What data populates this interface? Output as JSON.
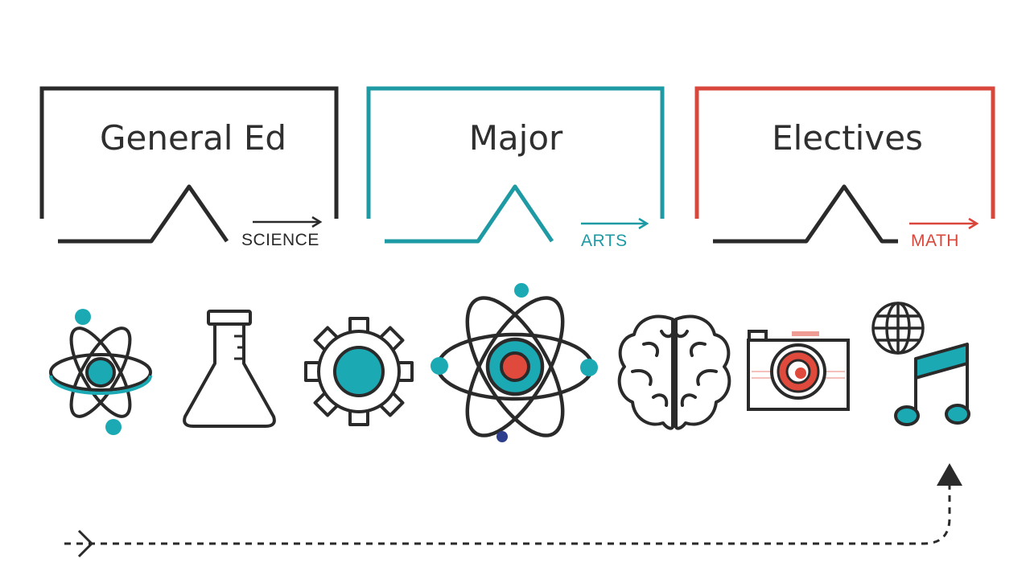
{
  "colors": {
    "ink": "#2a2a2a",
    "teal": "#1ba9b3",
    "red": "#e04a3c",
    "navy": "#2c3e8c"
  },
  "brackets": [
    {
      "title": "General Ed",
      "label": "SCIENCE",
      "color": "#2a2a2a"
    },
    {
      "title": "Major",
      "label": "ARTS",
      "color": "#1d9aa3"
    },
    {
      "title": "Electives",
      "label": "MATH",
      "color": "#d9463b"
    }
  ],
  "icons": [
    "atom-icon",
    "flask-icon",
    "gear-icon",
    "large-atom-icon",
    "brain-icon",
    "camera-icon",
    "globe-icon",
    "music-note-icon"
  ]
}
